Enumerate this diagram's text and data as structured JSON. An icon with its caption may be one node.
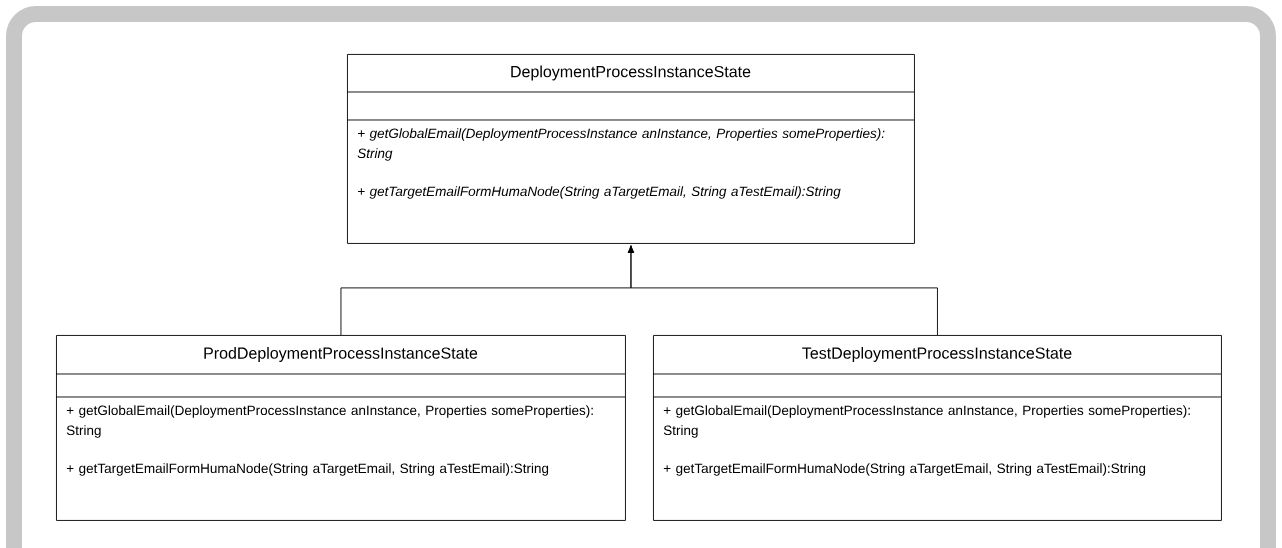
{
  "diagram": {
    "nodes": [
      {
        "text": [
          "DeploymentProcessInstanceState",
          "+ getGlobalEmail(DeploymentProcessInstance anInstance, Properties someProperties): String",
          "+ getTargetEmailFormHumaNode(String aTargetEmail, String aTestEmail):String"
        ]
      },
      {
        "text": [
          "ProdDeploymentProcessInstanceState",
          "+ getGlobalEmail(DeploymentProcessInstance anInstance, Properties someProperties): String",
          "+ getTargetEmailFormHumaNode(String aTargetEmail, String aTestEmail):String"
        ]
      },
      {
        "text": [
          "TestDeploymentProcessInstanceState",
          "+ getGlobalEmail(DeploymentProcessInstance anInstance, Properties someProperties): String",
          "+ getTargetEmailFormHumaNode(String aTargetEmail, String aTestEmail):String"
        ]
      }
    ],
    "edges": [
      {
        "from": 1,
        "to": 0,
        "arrow": "to"
      },
      {
        "from": 2,
        "to": 0,
        "arrow": "to"
      }
    ]
  }
}
